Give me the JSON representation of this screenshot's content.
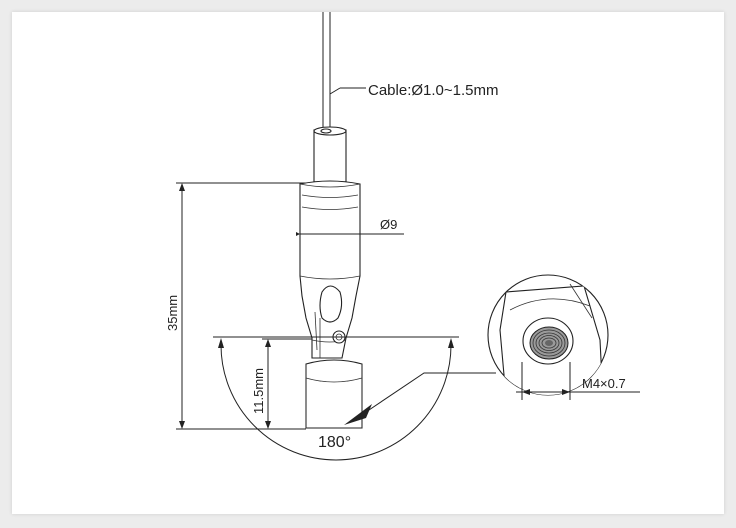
{
  "labels": {
    "cable": "Cable:Ø1.0~1.5mm",
    "diameter": "Ø9",
    "height_total": "35mm",
    "height_lower": "11.5mm",
    "angle": "180°",
    "thread": "M4×0.7"
  },
  "colors": {
    "line": "#222222",
    "background": "#ffffff",
    "page": "#ececec"
  },
  "icons": {
    "arrow": "arrow-head-icon"
  }
}
